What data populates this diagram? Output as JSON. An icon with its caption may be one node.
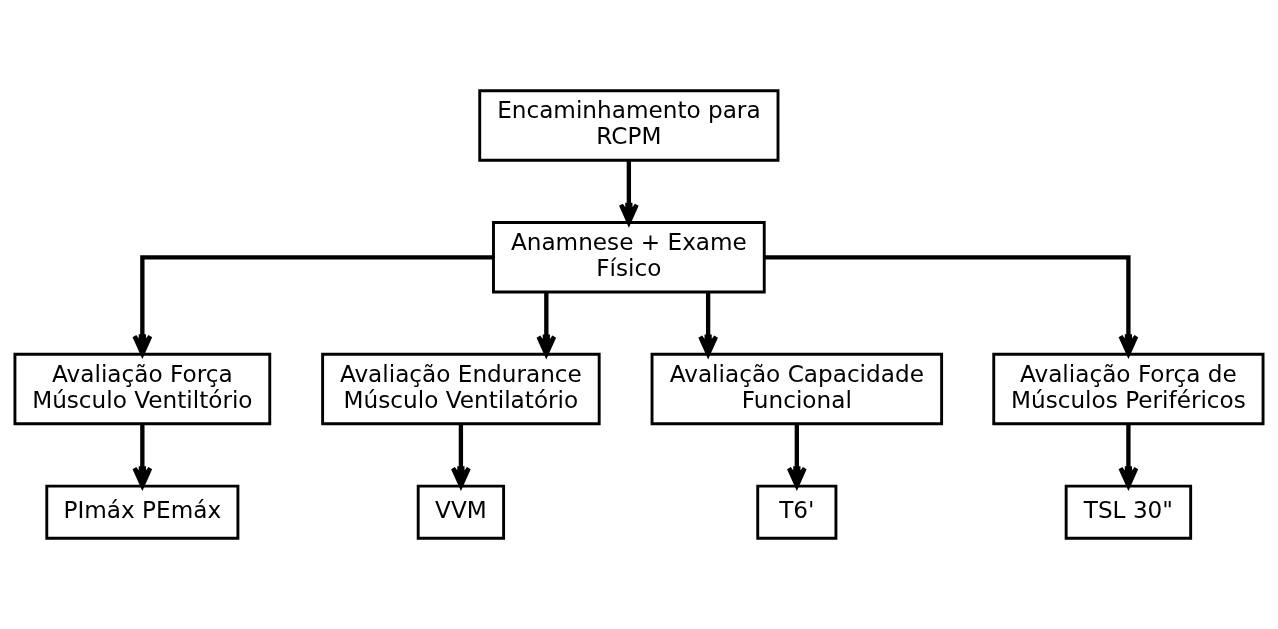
{
  "diagram": {
    "nodes": [
      {
        "text": [
          "Encaminhamento para RCPM"
        ]
      },
      {
        "text": [
          "Anamnese + Exame Físico"
        ]
      },
      {
        "text": [
          "Avaliação Força Músculo Ventiltório"
        ]
      },
      {
        "text": [
          "Avaliação Endurance Músculo Ventilatório"
        ]
      },
      {
        "text": [
          "Avaliação Capacidade Funcional"
        ]
      },
      {
        "text": [
          "Avaliação Força de Músculos Periféricos"
        ]
      },
      {
        "text": [
          "PImáx PEmáx"
        ]
      },
      {
        "text": [
          "VVM"
        ]
      },
      {
        "text": [
          "T6'"
        ]
      },
      {
        "text": [
          "TSL 30\""
        ]
      }
    ],
    "edges": [
      {
        "from": 0,
        "to": 1,
        "arrow": "to"
      },
      {
        "from": 1,
        "to": 2,
        "arrow": "to"
      },
      {
        "from": 1,
        "to": 3,
        "arrow": "to"
      },
      {
        "from": 1,
        "to": 4,
        "arrow": "to"
      },
      {
        "from": 1,
        "to": 5,
        "arrow": "to"
      },
      {
        "from": 2,
        "to": 6,
        "arrow": "to"
      },
      {
        "from": 3,
        "to": 7,
        "arrow": "to"
      },
      {
        "from": 4,
        "to": 8,
        "arrow": "to"
      },
      {
        "from": 5,
        "to": 9,
        "arrow": "to"
      }
    ]
  }
}
